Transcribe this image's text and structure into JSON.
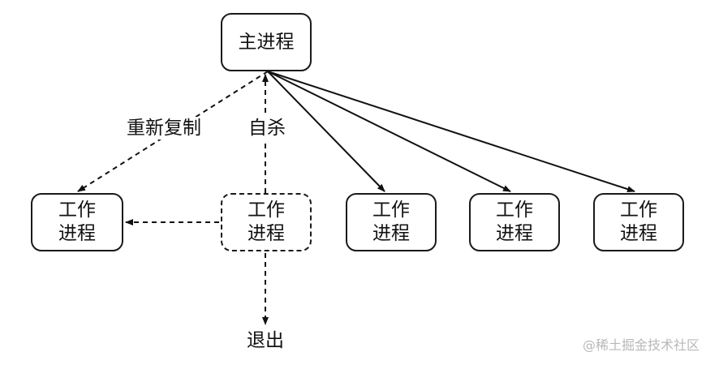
{
  "nodes": {
    "main": "主进程",
    "worker_restarted": "工作\n进程",
    "worker_dying": "工作\n进程",
    "worker_2": "工作\n进程",
    "worker_3": "工作\n进程",
    "worker_4": "工作\n进程"
  },
  "labels": {
    "respawn": "重新复制",
    "suicide": "自杀",
    "exit": "退出"
  },
  "watermark": "@稀土掘金技术社区"
}
